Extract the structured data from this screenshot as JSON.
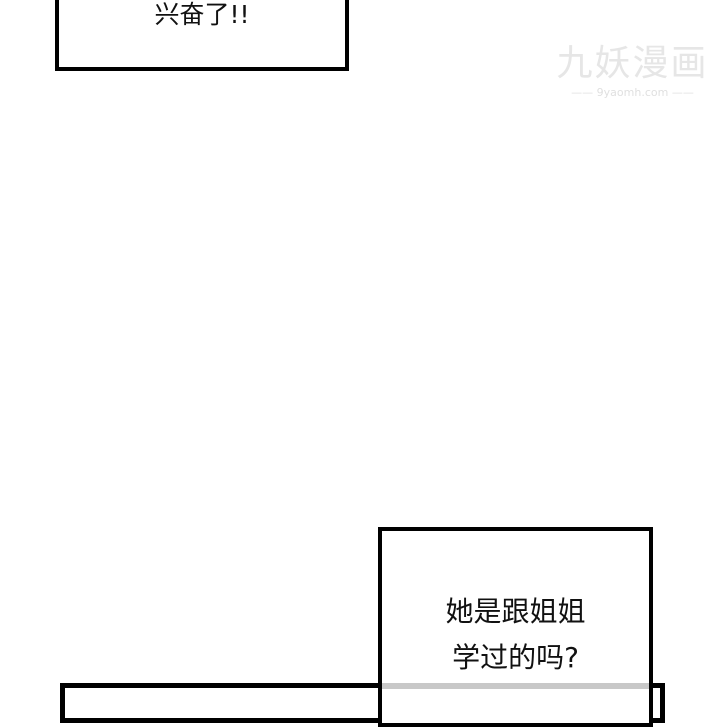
{
  "panels": {
    "top_bubble": {
      "text": "兴奋了!!"
    },
    "question_bubble": {
      "line1": "她是跟姐姐",
      "line2": "学过的吗?"
    }
  },
  "watermark": {
    "title": "九妖漫画",
    "url": "—— 9yaomh.com ——"
  }
}
